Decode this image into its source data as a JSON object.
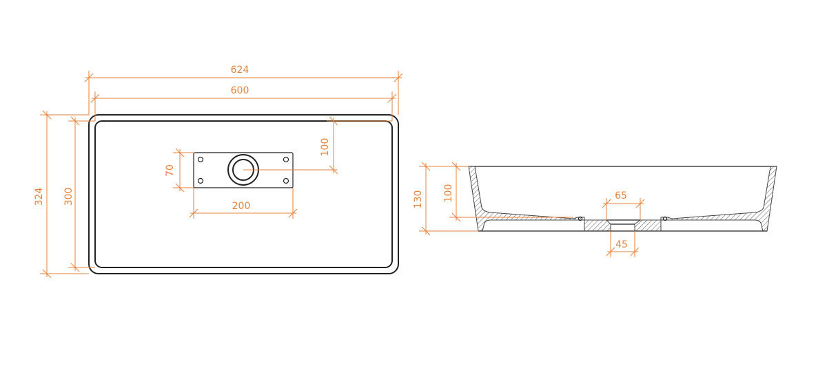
{
  "top_view": {
    "overall_width": "624",
    "inner_width": "600",
    "overall_depth": "324",
    "inner_depth": "300",
    "drain_offset": "100",
    "plate_height": "70",
    "plate_width": "200"
  },
  "side_view": {
    "overall_height": "130",
    "bowl_height": "100",
    "drain_outer": "65",
    "drain_inner": "45"
  },
  "colors": {
    "dimension": "#e8823a",
    "outline": "#222222"
  }
}
